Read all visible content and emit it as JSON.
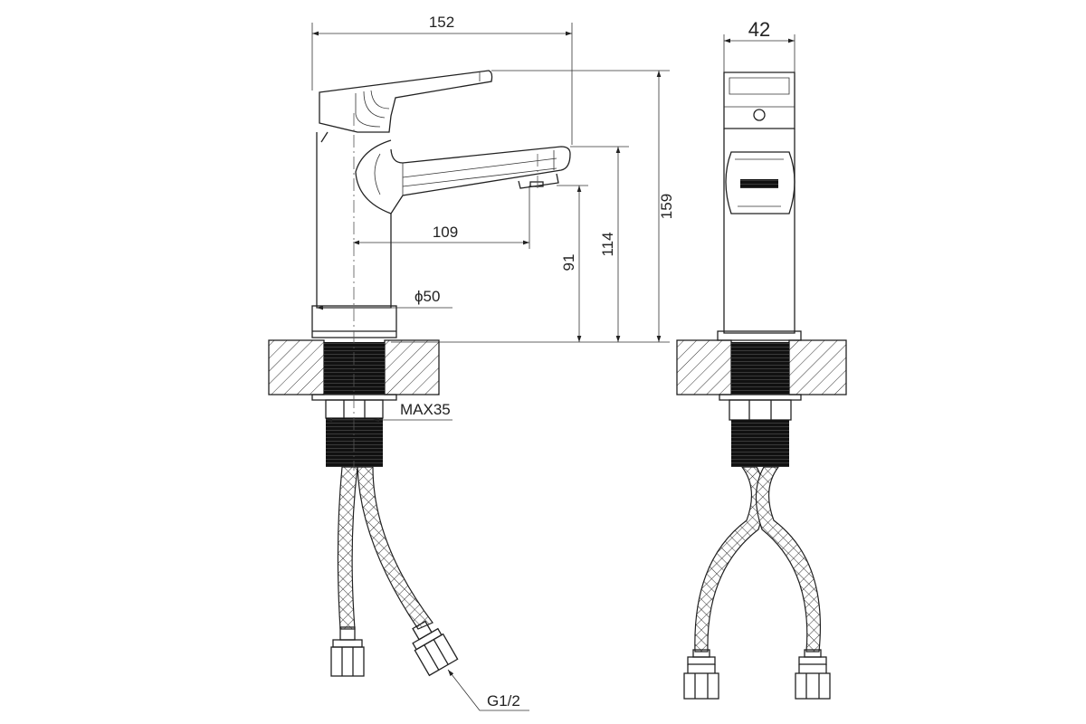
{
  "drawing": {
    "title": "Basin faucet dimension drawing",
    "side_view": {
      "overall_length": "152",
      "spout_reach": "109",
      "base_diameter": "ϕ50",
      "spout_height": "91",
      "spout_top_height": "114",
      "overall_height": "159",
      "max_counter_thickness": "MAX35",
      "connection_thread": "G1/2"
    },
    "front_view": {
      "width": "42"
    }
  }
}
